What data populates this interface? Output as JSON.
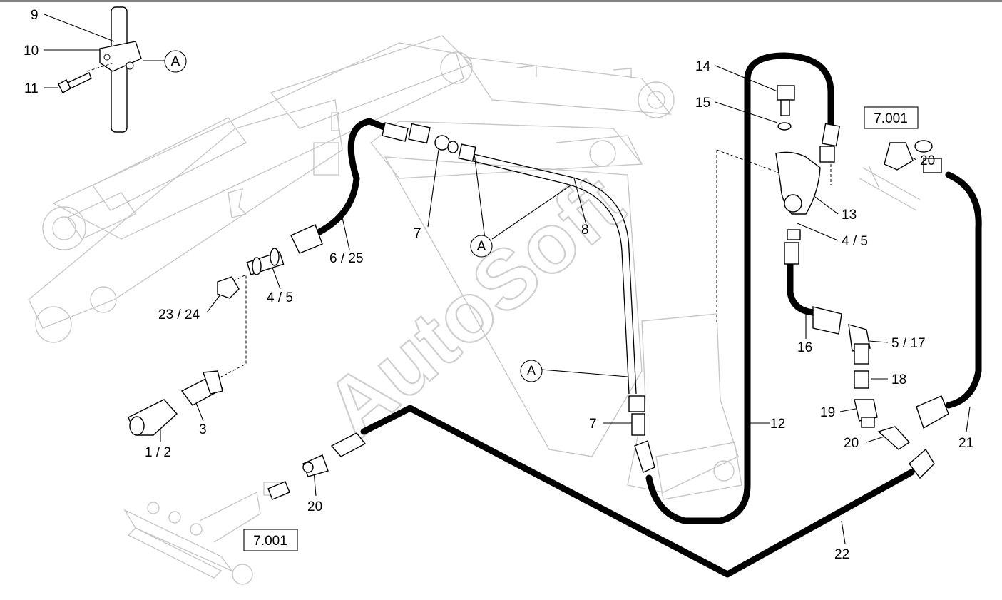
{
  "labels": {
    "l9": "9",
    "l10": "10",
    "l11": "11",
    "l14": "14",
    "l15": "15",
    "l7a": "7",
    "l8": "8",
    "l6_25": "6 / 25",
    "l4_5a": "4 / 5",
    "l23_24": "23 / 24",
    "l3": "3",
    "l1_2": "1  /  2",
    "l13": "13",
    "l4_5b": "4 / 5",
    "l16": "16",
    "l5_17": "5 / 17",
    "l18": "18",
    "l19": "19",
    "l20a": "20",
    "l20b": "20",
    "l20c": "20",
    "l21": "21",
    "l22": "22",
    "l12": "12",
    "l7b": "7"
  },
  "refs": {
    "ref_top": "7.001",
    "ref_bottom": "7.001"
  },
  "callouts": {
    "a1": "A",
    "a2": "A",
    "a3": "A"
  },
  "watermark": "AutoSoft"
}
